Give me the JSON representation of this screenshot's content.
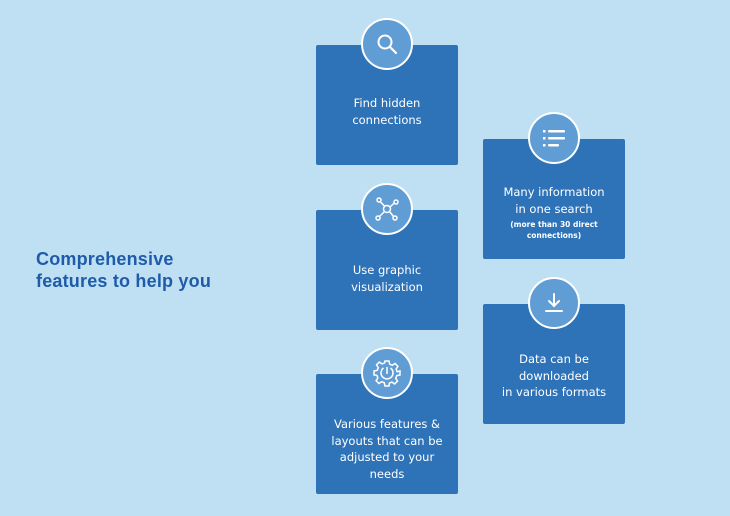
{
  "heading": {
    "line1": "Comprehensive",
    "line2": "features to help you"
  },
  "cards": [
    {
      "icon": "search-icon",
      "line1": "Find hidden",
      "line2": "connections"
    },
    {
      "icon": "list-icon",
      "line1": "Many information",
      "line2": "in one search",
      "note1": "(more than 30 direct",
      "note2": "connections)"
    },
    {
      "icon": "network-icon",
      "line1": "Use graphic",
      "line2": "visualization"
    },
    {
      "icon": "download-icon",
      "line1": "Data can be",
      "line2": "downloaded",
      "line3": "in various formats"
    },
    {
      "icon": "gear-icon",
      "line1": "Various features &",
      "line2": "layouts that can be",
      "line3": "adjusted to your",
      "line4": "needs"
    }
  ],
  "colors": {
    "background": "#bfe0f3",
    "card": "#2e72b8",
    "circle": "#619dd5",
    "heading": "#1f5ba8"
  }
}
